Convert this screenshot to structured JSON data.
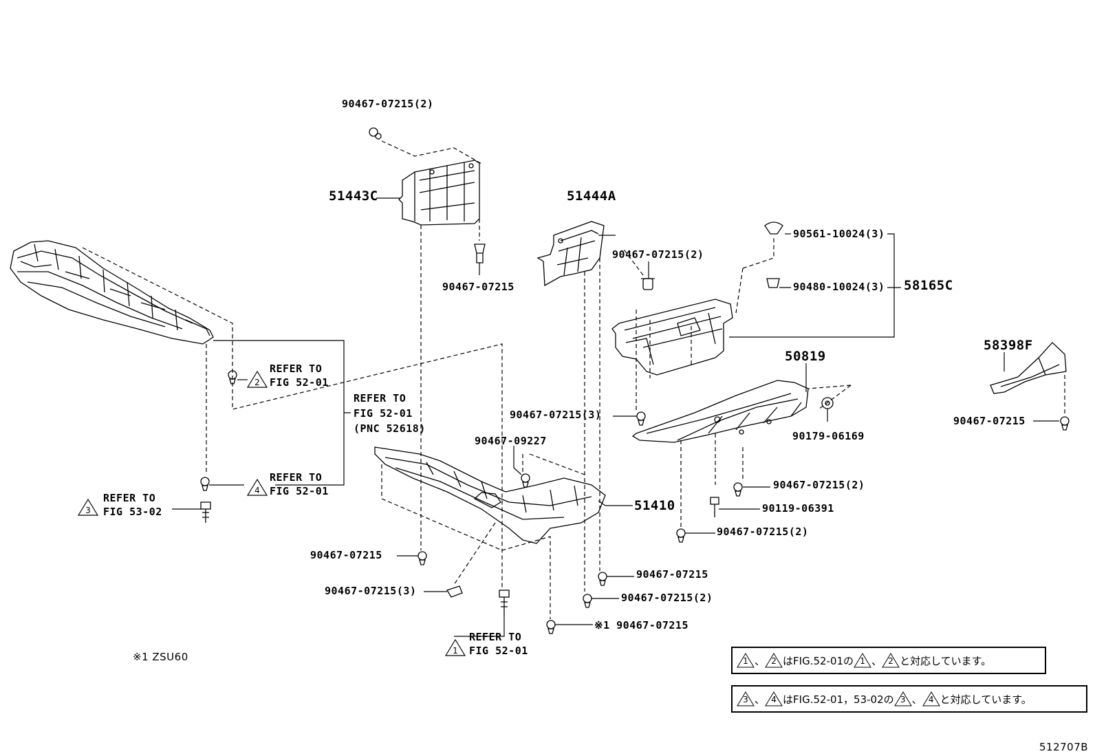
{
  "labels": {
    "p90467_07215_2_top": "90467-07215(2)",
    "p51443C": "51443C",
    "p90467_07215_a": "90467-07215",
    "p51444A": "51444A",
    "p90467_07215_2_b": "90467-07215(2)",
    "p90561": "90561-10024(3)",
    "p90480": "90480-10024(3)",
    "p58165C": "58165C",
    "p50819": "50819",
    "p58398F": "58398F",
    "p90467_07215_r": "90467-07215",
    "p90467_07215_3_mid": "90467-07215(3)",
    "p90179": "90179-06169",
    "p90467_09227": "90467-09227",
    "p51410": "51410",
    "p90467_07215_2_c": "90467-07215(2)",
    "p90119": "90119-06391",
    "p90467_07215_2_d": "90467-07215(2)",
    "p90467_07215_b": "90467-07215",
    "p90467_07215_3_low": "90467-07215(3)",
    "p90467_07215_c": "90467-07215",
    "p90467_07215_2_e": "90467-07215(2)",
    "p_note1_part": "※1 90467-07215",
    "refer_2_a": "REFER TO",
    "refer_2_b": "FIG 52-01",
    "refer_4_a": "REFER TO",
    "refer_4_b": "FIG 52-01",
    "refer_3_a": "REFER TO",
    "refer_3_b": "FIG 53-02",
    "refer_1_a": "REFER TO",
    "refer_1_b": "FIG 52-01",
    "refer_pnc_a": "REFER TO",
    "refer_pnc_b": "FIG 52-01",
    "refer_pnc_c": "(PNC 52618)",
    "footnote": "※1 ZSU60",
    "figure_id": "512707B"
  },
  "markers": {
    "m1": "1",
    "m2": "2",
    "m3": "3",
    "m4": "4"
  },
  "notes": {
    "note1_sep1": "、",
    "note1_mid": "はFIG.52-01の",
    "note1_sep2": "、",
    "note1_end": "と対応しています。",
    "note2_sep1": "、",
    "note2_mid": "はFIG.52-01，53-02の",
    "note2_sep2": "、",
    "note2_end": "と対応しています。"
  }
}
